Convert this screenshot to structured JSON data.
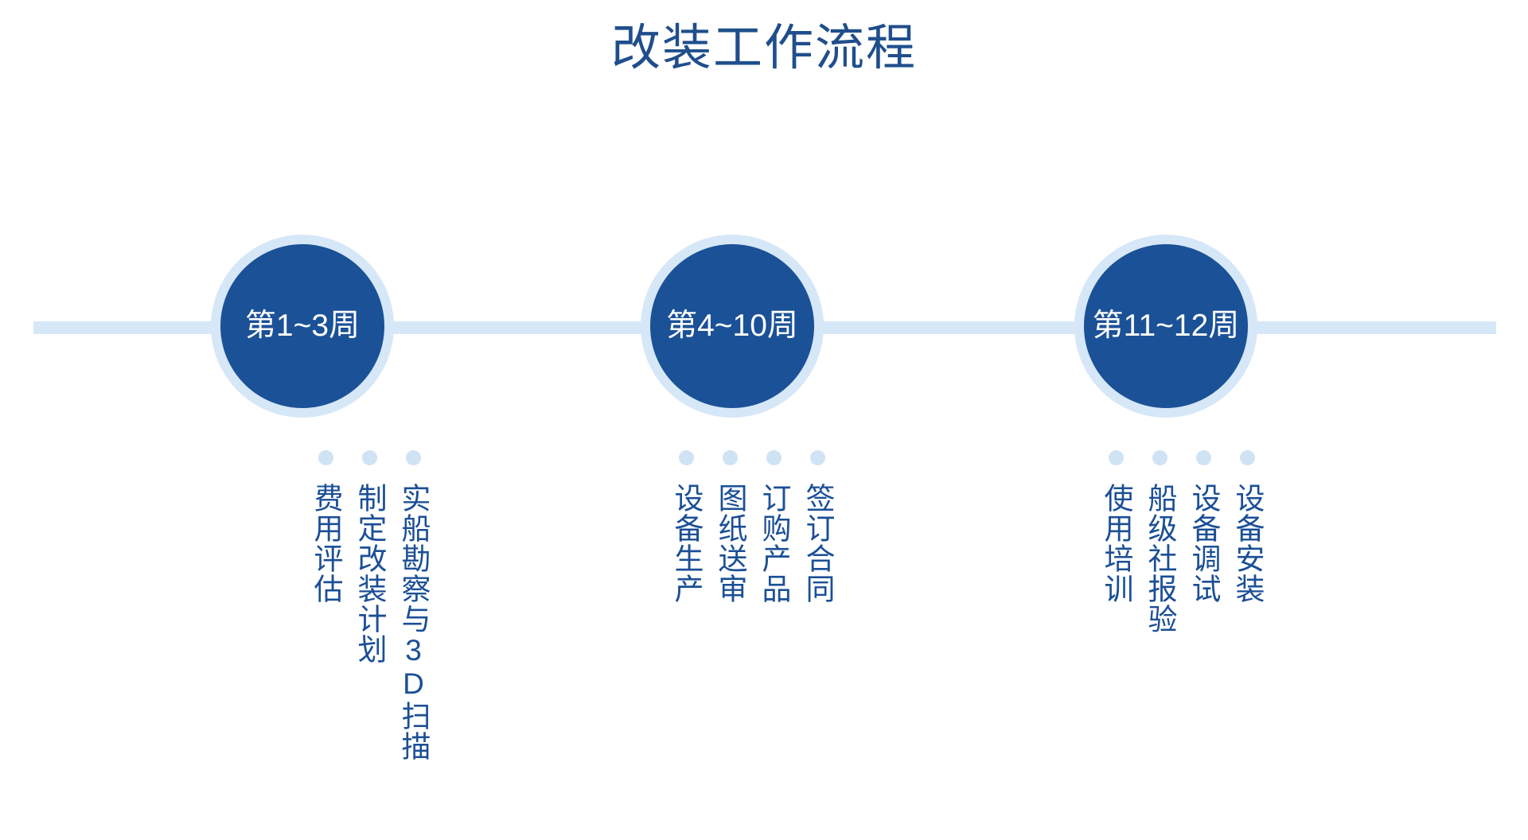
{
  "title": "改装工作流程",
  "colors": {
    "brand_dark_blue": "#1B5197",
    "brand_light_blue": "#D6E7F8",
    "dot_blue": "#CFE3F5",
    "text_blue": "#1B4F96",
    "title_blue": "#1F4E8C",
    "background": "#FFFFFF"
  },
  "timeline": {
    "axis_visible": true,
    "stages": [
      {
        "milestone_label": "第1~3周",
        "tasks": [
          {
            "label": "实船勘察与3D扫描"
          },
          {
            "label": "制定改装计划"
          },
          {
            "label": "费用评估"
          }
        ]
      },
      {
        "milestone_label": "第4~10周",
        "tasks": [
          {
            "label": "签订合同"
          },
          {
            "label": "订购产品"
          },
          {
            "label": "图纸送审"
          },
          {
            "label": "设备生产"
          }
        ]
      },
      {
        "milestone_label": "第11~12周",
        "tasks": [
          {
            "label": "设备安装"
          },
          {
            "label": "设备调试"
          },
          {
            "label": "船级社报验"
          },
          {
            "label": "使用培训"
          }
        ]
      }
    ]
  }
}
